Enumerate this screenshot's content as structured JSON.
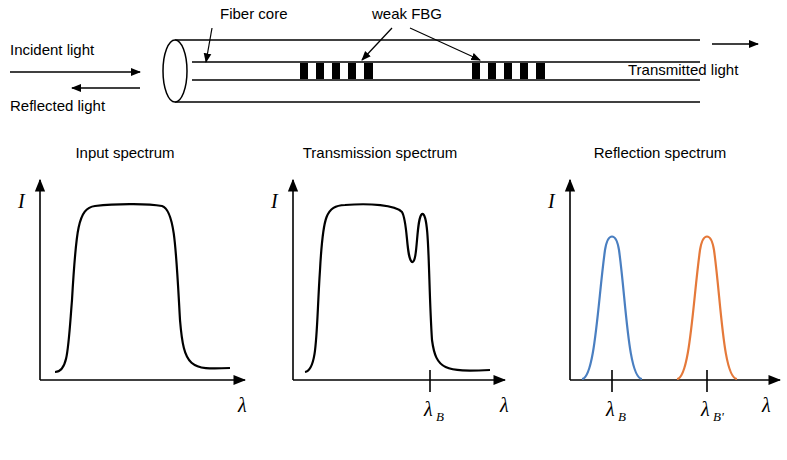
{
  "diagram": {
    "labels": [
      "Incident light",
      "Reflected light",
      "Fiber core",
      "weak FBG",
      "Transmitted light",
      "Input spectrum",
      "Transmission spectrum",
      "Reflection spectrum",
      "I",
      "λ",
      "I",
      "λ",
      "λ",
      "B",
      "I",
      "λ",
      "λ",
      "B",
      "λ",
      "B'"
    ]
  }
}
